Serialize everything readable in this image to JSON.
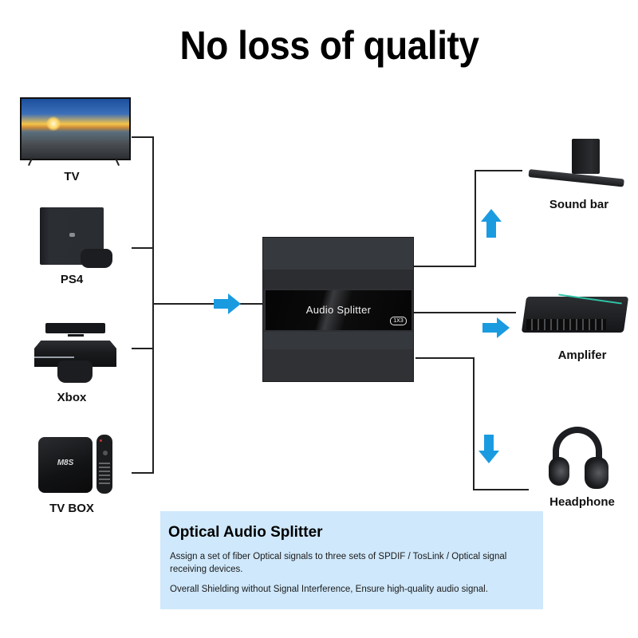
{
  "header": {
    "title": "No loss of quality"
  },
  "sources": [
    {
      "label": "TV",
      "icon": "tv-icon"
    },
    {
      "label": "PS4",
      "icon": "ps4-console-icon"
    },
    {
      "label": "Xbox",
      "icon": "xbox-console-icon"
    },
    {
      "label": "TV BOX",
      "icon": "tv-box-icon",
      "device_text": "M8S"
    }
  ],
  "splitter": {
    "label": "Audio Splitter",
    "badge": "1X3"
  },
  "outputs": [
    {
      "label": "Sound bar",
      "icon": "sound-bar-icon"
    },
    {
      "label": "Amplifer",
      "icon": "amplifier-icon"
    },
    {
      "label": "Headphone",
      "icon": "headphone-icon"
    }
  ],
  "arrows": {
    "color": "#1a9be0",
    "input": "right",
    "outputs": [
      "up",
      "right",
      "down"
    ]
  },
  "info": {
    "title": "Optical Audio Splitter",
    "paragraphs": [
      "Assign a set of fiber Optical signals to three sets of  SPDIF / TosLink / Optical signal receiving devices.",
      "Overall Shielding without Signal Interference, Ensure high-quality audio signal."
    ],
    "background": "#cfe8fb"
  }
}
